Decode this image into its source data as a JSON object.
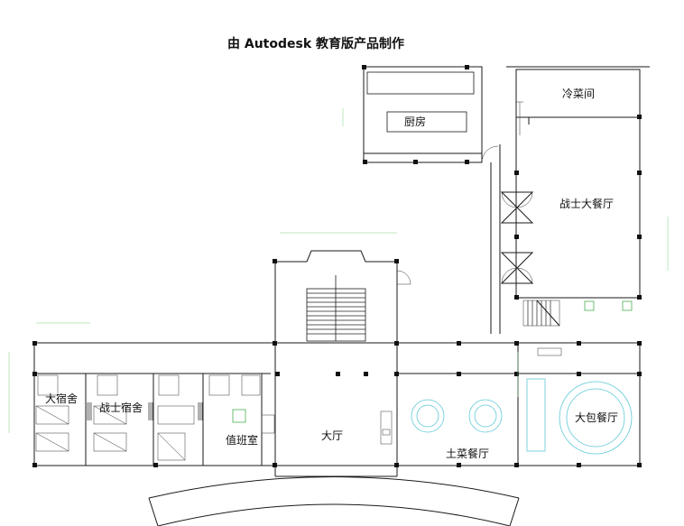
{
  "watermark": "由 Autodesk 教育版产品制作",
  "rooms": {
    "kitchen": "厨房",
    "cold_dish": "冷菜间",
    "soldier_hall": "战士大餐厅",
    "big_dorm": "大宿舍",
    "soldier_dorm": "战士宿舍",
    "duty_room": "值班室",
    "lobby": "大厅",
    "local_dining": "土菜餐厅",
    "private_dining": "大包餐厅"
  }
}
